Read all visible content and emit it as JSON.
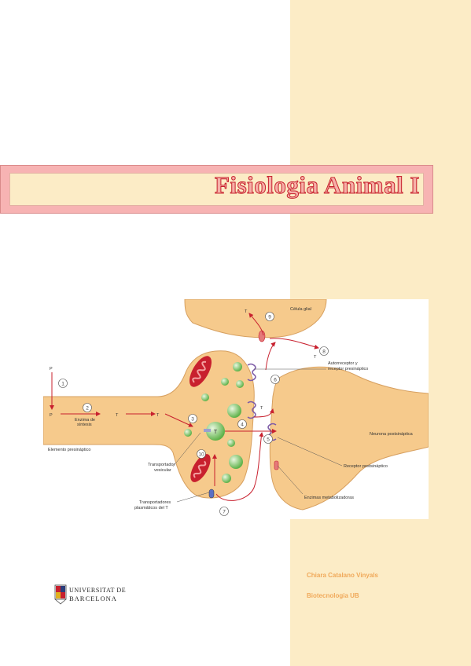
{
  "title": "Fisiologia Animal I",
  "author": "Chiara Catalano Vinyals",
  "program": "Biotecnologia UB",
  "logo": {
    "line1": "UNIVERSITAT DE",
    "line2": "BARCELONA"
  },
  "figure": {
    "labels": {
      "celula_glial": "Célula glial",
      "autoreceptor_1": "Autorreceptor y",
      "autoreceptor_2": "receptor presináptico",
      "neurona": "Neurona postsináptica",
      "elemento": "Elemento presináptico",
      "enzima_1": "Enzima de",
      "enzima_2": "síntesis",
      "transportador_1": "Transportador",
      "transportador_2": "vesicular",
      "plasmaticos_1": "Transportadores",
      "plasmaticos_2": "plasmáticos del T",
      "receptor_post": "Receptor postsináptico",
      "enzimas_met": "Enzimas metabolizadoras",
      "p": "P",
      "t": "T"
    },
    "steps": [
      "1",
      "2",
      "3",
      "4",
      "5",
      "6",
      "7",
      "8",
      "9",
      "10"
    ]
  }
}
